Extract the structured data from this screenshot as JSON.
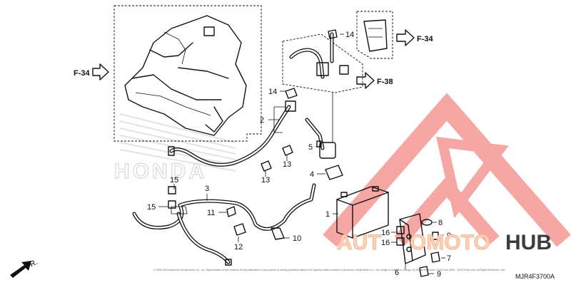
{
  "diagram": {
    "brand_watermark": "HONDA",
    "diagram_code": "MJR4F3700A",
    "copyright": "© 2000-2015 American Honda Motor Co., Inc. Reproduction of the contents of this publication in any manner is strictly prohibited without the express written consent of American Honda Motor Co., Inc. Image is subject to change. All Rights Reserved. Fiche.com 2000 - 2015 Fiche.com. All Rights Reserved. Use.",
    "front_label": "FR.",
    "refs": [
      {
        "id": "ref-f34-left",
        "text": "F-34"
      },
      {
        "id": "ref-f34-right",
        "text": "F-34"
      },
      {
        "id": "ref-f38",
        "text": "F-38"
      }
    ],
    "callouts": [
      "1",
      "2",
      "3",
      "4",
      "5",
      "6",
      "7",
      "8",
      "9",
      "9",
      "10",
      "11",
      "12",
      "13",
      "13",
      "14",
      "14",
      "15",
      "15",
      "16",
      "16"
    ]
  },
  "watermark": {
    "prefix": "AUT",
    "middle": "OMOTO",
    "suffix": "HUB",
    "colors": {
      "logo": "#f25a55",
      "hub": "#3c3c3c",
      "outline": "#e8a090"
    }
  }
}
